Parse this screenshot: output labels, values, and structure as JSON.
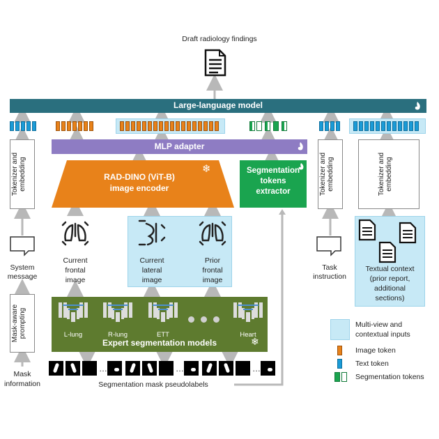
{
  "output_title": "Draft radiology findings",
  "llm_label": "Large-language model",
  "mlp_label": "MLP adapter",
  "encoder_line1": "RAD-DINO (ViT-B)",
  "encoder_line2": "image encoder",
  "seg_extractor_line1": "Segmentation",
  "seg_extractor_line2": "tokens",
  "seg_extractor_line3": "extractor",
  "tokenizer_label": "Tokenizer and embedding",
  "system_message_line1": "System",
  "system_message_line2": "message",
  "mask_prompting": "Mask-aware prompting",
  "mask_information_line1": "Mask",
  "mask_information_line2": "information",
  "images": [
    {
      "line1": "Current",
      "line2": "frontal",
      "line3": "image"
    },
    {
      "line1": "Current",
      "line2": "lateral",
      "line3": "image"
    },
    {
      "line1": "Prior",
      "line2": "frontal",
      "line3": "image"
    }
  ],
  "task_instruction_line1": "Task",
  "task_instruction_line2": "instruction",
  "textual_context": [
    "Textual context",
    "(prior report,",
    "additional",
    "sections)"
  ],
  "seg_models": [
    "L-lung",
    "R-lung",
    "ETT",
    "Heart"
  ],
  "seg_models_title": "Expert segmentation models",
  "pseudolabels": "Segmentation mask pseudolabels",
  "legend": {
    "context": [
      "Multi-view and",
      "contextual inputs"
    ],
    "image_token": "Image token",
    "text_token": "Text token",
    "seg_tokens": "Segmentation tokens"
  },
  "colors": {
    "llm": "#2a6f7e",
    "mlp": "#8e7cc3",
    "encoder": "#e8821a",
    "seg_extractor": "#1aa44f",
    "seg_models": "#5e7b2f",
    "image_token": "#e8821a",
    "text_token": "#1a9bd7",
    "seg_token": "#1aa44f",
    "context_bg": "#c7e9f6"
  },
  "icons": [
    "document-icon",
    "snowflake-icon",
    "flame-icon",
    "chat-bubble-icon",
    "lungs-xray-icon",
    "unet-icon",
    "mask-thumbnail-icon"
  ]
}
